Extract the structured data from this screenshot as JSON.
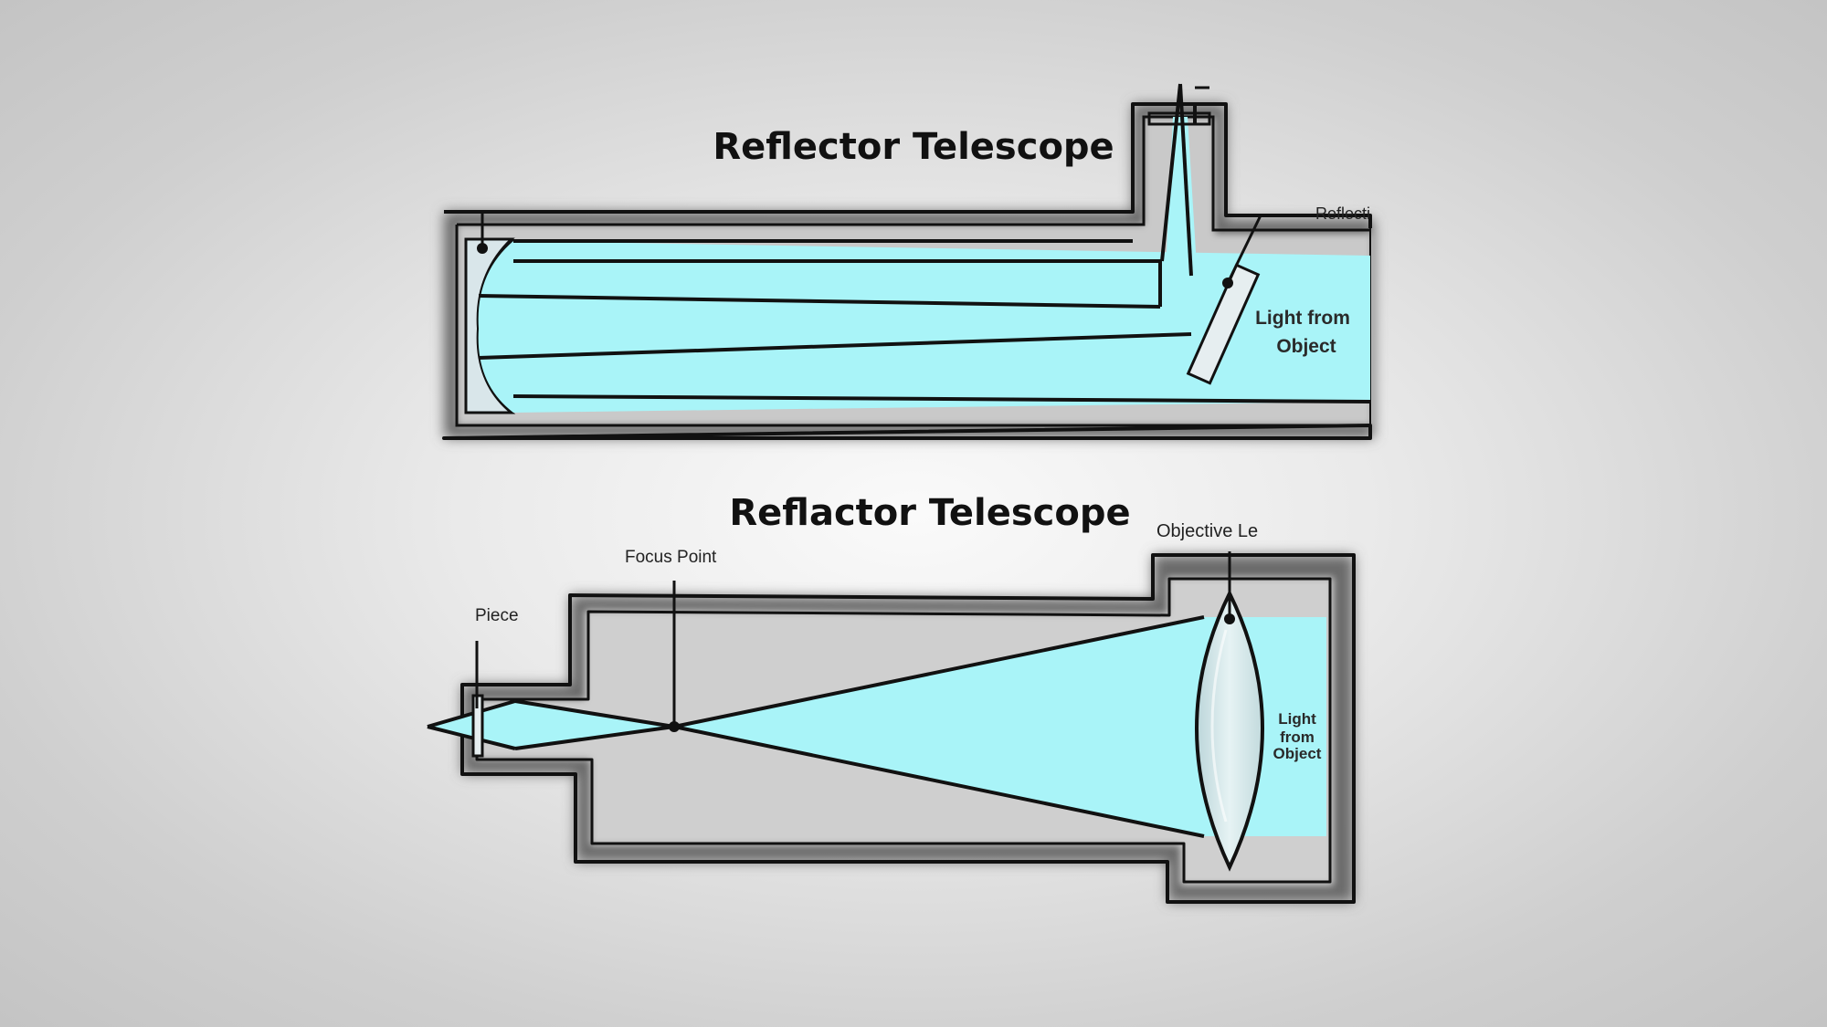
{
  "diagrams": {
    "reflector": {
      "title": "Reflector Telescope",
      "labels": {
        "reflecting_mirror": "Reflecti",
        "light_line1": "Light from",
        "light_line2": "Object"
      }
    },
    "refractor": {
      "title": "Reflactor Telescope",
      "labels": {
        "objective_lens": "Objective Le",
        "focus_point": "Focus Point",
        "eye_piece": "Piece",
        "light_line1": "Light",
        "light_line2": "from",
        "light_line3": "Object"
      }
    }
  },
  "colors": {
    "light_beam": "#a9f4f8",
    "tube_shadow": "#5a5a5a",
    "outline": "#111111",
    "lens": "#cfe3e6"
  }
}
